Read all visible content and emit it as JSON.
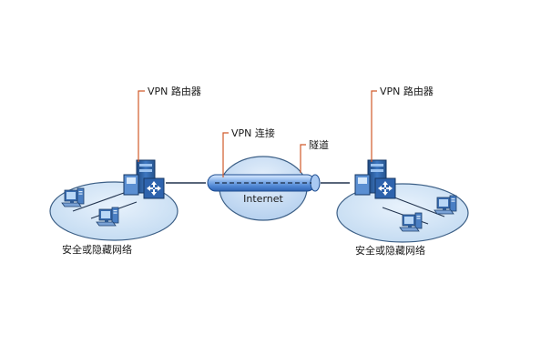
{
  "labels": {
    "router_left": "VPN 路由器",
    "router_right": "VPN 路由器",
    "vpn_connection": "VPN 连接",
    "tunnel": "隧道",
    "internet": "Internet",
    "network_left": "安全或隐藏网络",
    "network_right": "安全或隐藏网络"
  },
  "colors": {
    "callout_line": "#d05a2a",
    "network_fill": "#d5e6f6",
    "network_stroke": "#3c5f86",
    "internet_fill": "#c9def3",
    "tunnel_fill": "#6fa0de",
    "router_body": "#2f5f9c"
  }
}
